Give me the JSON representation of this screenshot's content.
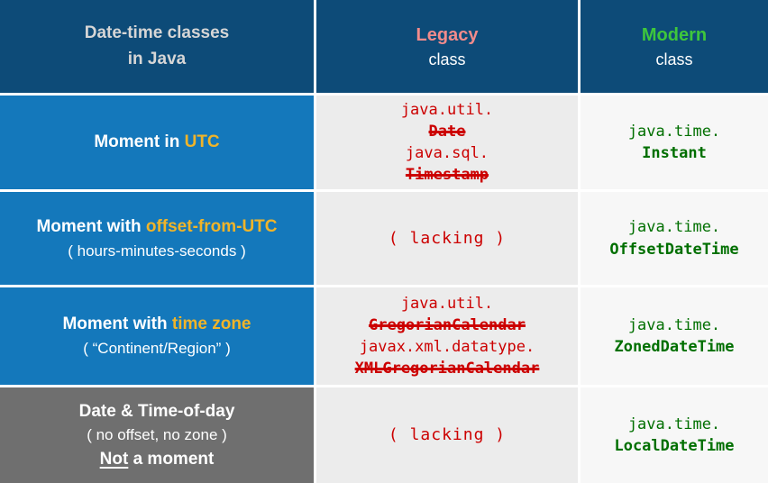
{
  "header": {
    "title_line1": "Date-time classes",
    "title_line2": "in Java",
    "legacy_title": "Legacy",
    "legacy_subtitle": "class",
    "modern_title": "Modern",
    "modern_subtitle": "class"
  },
  "rows": [
    {
      "label": {
        "pre": "Moment in ",
        "highlight": "UTC"
      },
      "legacy": {
        "line1_plain": "java.util.",
        "line1_strike": "Date",
        "line2_plain": "java.sql.",
        "line2_strike": "Timestamp"
      },
      "modern": {
        "package": "java.time.",
        "class": "Instant"
      }
    },
    {
      "label": {
        "pre": "Moment with ",
        "highlight": "offset-from-UTC",
        "sub": "( hours-minutes-seconds )"
      },
      "legacy": {
        "lacking": "( lacking )"
      },
      "modern": {
        "package": "java.time.",
        "class": "OffsetDateTime"
      }
    },
    {
      "label": {
        "pre": "Moment with ",
        "highlight": "time zone",
        "sub": "( “Continent/Region” )"
      },
      "legacy": {
        "line1_plain": "java.util.",
        "line1_strike": "GregorianCalendar",
        "line2_plain": "javax.xml.datatype.",
        "line2_strike": "XMLGregorianCalendar"
      },
      "modern": {
        "package": "java.time.",
        "class": "ZonedDateTime"
      }
    },
    {
      "label": {
        "line1": "Date & Time-of-day",
        "line2": "( no offset, no zone )",
        "line3_underline": "Not",
        "line3_rest": " a moment"
      },
      "legacy": {
        "lacking": "( lacking )"
      },
      "modern": {
        "package": "java.time.",
        "class": "LocalDateTime"
      }
    }
  ],
  "colors": {
    "header_bg": "#0d4b78",
    "label_blue_bg": "#1478bb",
    "label_gray_bg": "#6f6f6f",
    "legacy_col_bg": "#ececec",
    "modern_col_bg": "#f7f7f7",
    "highlight_gold": "#f0b429",
    "legacy_pink": "#f28b8b",
    "modern_green": "#3ec73c",
    "legacy_red": "#cc0000",
    "modern_dark_green": "#006f00"
  }
}
